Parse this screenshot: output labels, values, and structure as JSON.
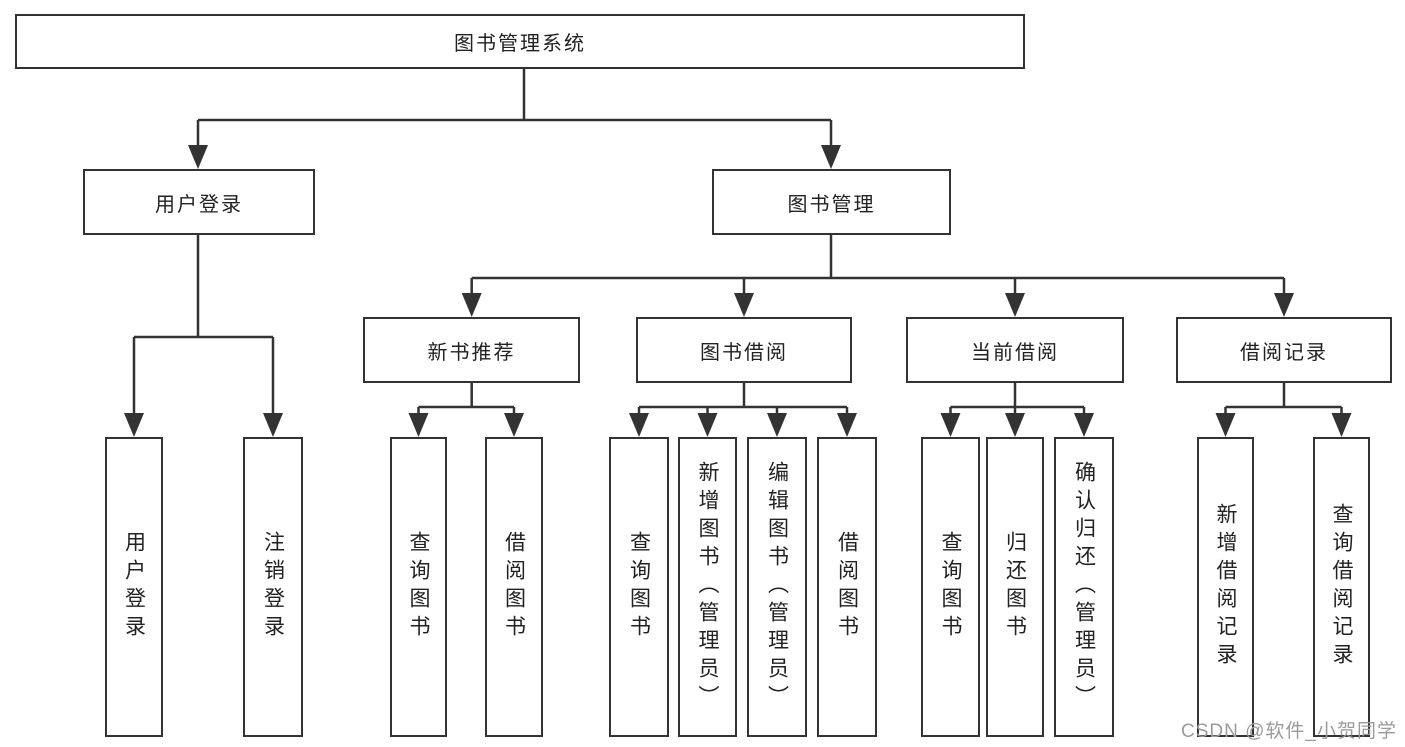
{
  "diagram_title": "图书管理系统",
  "colors": {
    "line": "#333333",
    "text": "#222222",
    "background": "#ffffff",
    "watermark": "#9b9b9b"
  },
  "watermark": {
    "text": "CSDN @软件_小贺同学"
  },
  "tree": {
    "label": "图书管理系统",
    "children": [
      {
        "label": "用户登录",
        "children": [
          {
            "label": "用户登录"
          },
          {
            "label": "注销登录"
          }
        ]
      },
      {
        "label": "图书管理",
        "children": [
          {
            "label": "新书推荐",
            "children": [
              {
                "label": "查询图书"
              },
              {
                "label": "借阅图书"
              }
            ]
          },
          {
            "label": "图书借阅",
            "children": [
              {
                "label": "查询图书"
              },
              {
                "label": "新增图书（管理员）"
              },
              {
                "label": "编辑图书（管理员）"
              },
              {
                "label": "借阅图书"
              }
            ]
          },
          {
            "label": "当前借阅",
            "children": [
              {
                "label": "查询图书"
              },
              {
                "label": "归还图书"
              },
              {
                "label": "确认归还（管理员）"
              }
            ]
          },
          {
            "label": "借阅记录",
            "children": [
              {
                "label": "新增借阅记录"
              },
              {
                "label": "查询借阅记录"
              }
            ]
          }
        ]
      }
    ]
  }
}
